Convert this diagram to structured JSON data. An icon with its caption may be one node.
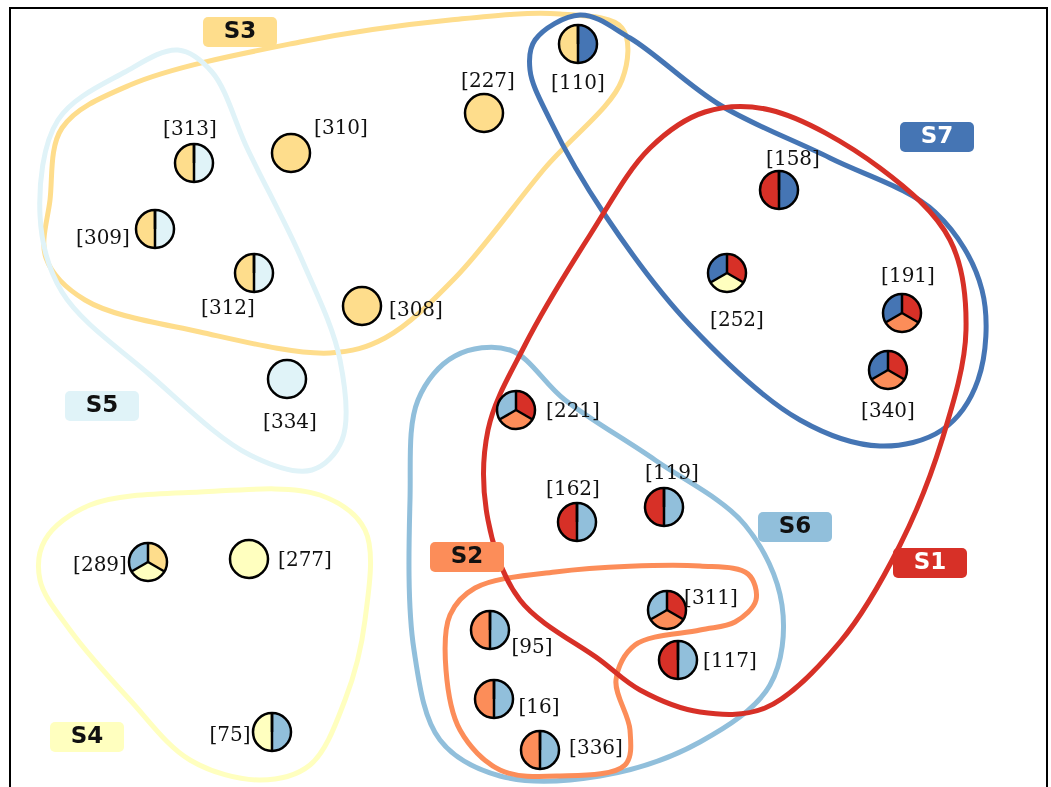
{
  "diagram": {
    "nodes": [
      {
        "text": [],
        "shape": "circle",
        "beside": [
          "[110]"
        ]
      },
      {
        "text": [],
        "shape": "circle",
        "beside": [
          "[227]"
        ]
      },
      {
        "text": [],
        "shape": "circle",
        "beside": [
          "[310]"
        ]
      },
      {
        "text": [],
        "shape": "circle",
        "beside": [
          "[313]"
        ]
      },
      {
        "text": [],
        "shape": "circle",
        "beside": [
          "[158]"
        ]
      },
      {
        "text": [],
        "shape": "circle",
        "beside": [
          "[309]"
        ]
      },
      {
        "text": [],
        "shape": "circle",
        "beside": [
          "[252]"
        ]
      },
      {
        "text": [],
        "shape": "circle",
        "beside": [
          "[312]"
        ]
      },
      {
        "text": [],
        "shape": "circle",
        "beside": [
          "[308]"
        ]
      },
      {
        "text": [],
        "shape": "circle",
        "beside": [
          "[191]"
        ]
      },
      {
        "text": [],
        "shape": "circle",
        "beside": [
          "[340]"
        ]
      },
      {
        "text": [],
        "shape": "circle",
        "beside": [
          "[334]"
        ]
      },
      {
        "text": [],
        "shape": "circle",
        "beside": [
          "[221]"
        ]
      },
      {
        "text": [],
        "shape": "circle",
        "beside": [
          "[119]"
        ]
      },
      {
        "text": [],
        "shape": "circle",
        "beside": [
          "[162]"
        ]
      },
      {
        "text": [],
        "shape": "circle",
        "beside": [
          "[277]"
        ]
      },
      {
        "text": [],
        "shape": "circle",
        "beside": [
          "[289]"
        ]
      },
      {
        "text": [],
        "shape": "circle",
        "beside": [
          "[311]"
        ]
      },
      {
        "text": [],
        "shape": "circle",
        "beside": [
          "[95]"
        ]
      },
      {
        "text": [],
        "shape": "circle",
        "beside": [
          "[117]"
        ]
      },
      {
        "text": [],
        "shape": "circle",
        "beside": [
          "[16]"
        ]
      },
      {
        "text": [],
        "shape": "circle",
        "beside": [
          "[75]"
        ]
      },
      {
        "text": [],
        "shape": "circle",
        "beside": [
          "[336]"
        ]
      }
    ],
    "labels": [
      "S3",
      "S7",
      "S5",
      "S6",
      "S2",
      "S1",
      "S4"
    ]
  }
}
